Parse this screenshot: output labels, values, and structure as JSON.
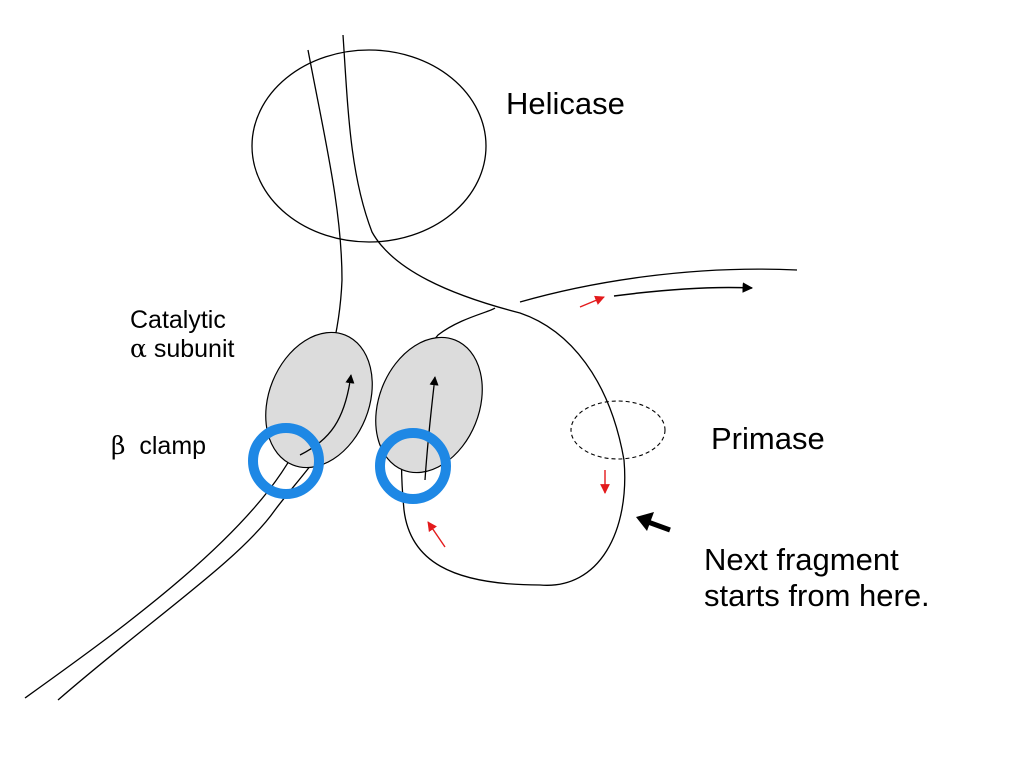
{
  "labels": {
    "helicase": "Helicase",
    "catalytic_line1": "Catalytic",
    "catalytic_symbol": "α",
    "catalytic_line2_text": "subunit",
    "clamp_symbol": "β",
    "clamp_text": "clamp",
    "primase": "Primase",
    "next_line1": "Next fragment",
    "next_line2": "starts from here."
  },
  "colors": {
    "strand": "#000000",
    "polymerase_fill": "#dcdcdc",
    "clamp_ring": "#1e88e5",
    "clamp_ring_edge": "#0d47a1",
    "primer_arrow": "#e31a1c",
    "synthesis_arrow": "#000000"
  }
}
